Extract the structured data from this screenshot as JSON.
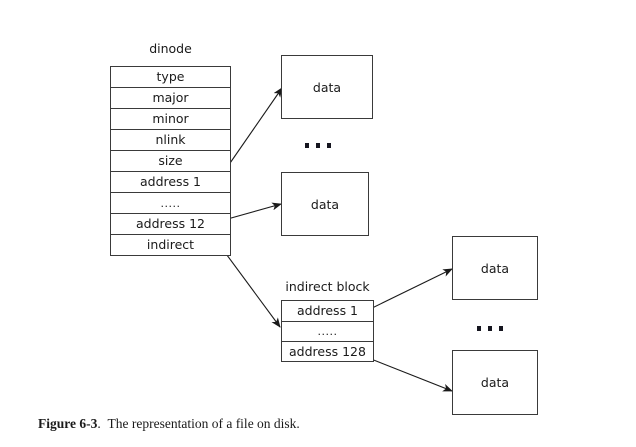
{
  "figure": {
    "caption_label": "Figure 6-3",
    "caption_sep": ".",
    "caption_text": "The representation of a file on disk."
  },
  "diagram": {
    "type": "block-diagram",
    "dinode": {
      "title": "dinode",
      "rows": [
        "type",
        "major",
        "minor",
        "nlink",
        "size",
        "address 1",
        ".....",
        "address 12",
        "indirect"
      ]
    },
    "indirect_block": {
      "title": "indirect block",
      "rows": [
        "address 1",
        ".....",
        "address 128"
      ]
    },
    "data_blocks": [
      {
        "label": "data"
      },
      {
        "label": "data"
      },
      {
        "label": "data"
      },
      {
        "label": "data"
      }
    ],
    "ellipses": [
      {
        "name": "direct-blocks-ellipsis",
        "dots": 3
      },
      {
        "name": "indirect-blocks-ellipsis",
        "dots": 3
      }
    ],
    "arrows": [
      {
        "from": "dinode.address 1",
        "to": "data-block-1"
      },
      {
        "from": "dinode.address 12",
        "to": "data-block-2"
      },
      {
        "from": "dinode.indirect",
        "to": "indirect-block"
      },
      {
        "from": "indirect-block.address 1",
        "to": "data-block-3"
      },
      {
        "from": "indirect-block.address 128",
        "to": "data-block-4"
      }
    ],
    "colors": {
      "stroke": "#3a3a3a",
      "arrow": "#1a1a1a",
      "text": "#1a1a1a",
      "background": "#ffffff"
    }
  }
}
